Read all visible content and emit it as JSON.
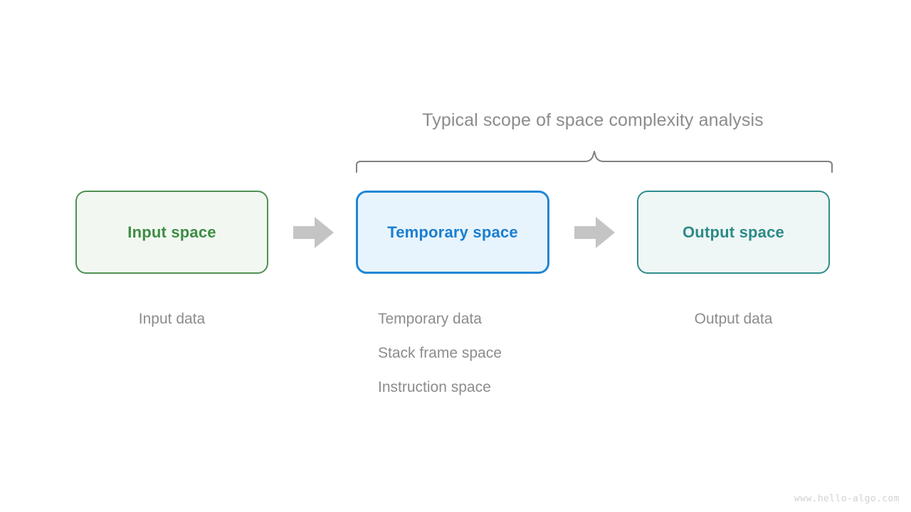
{
  "diagram": {
    "scope_label": "Typical scope of space complexity analysis",
    "watermark": "www.hello-algo.com",
    "colors": {
      "background": "#ffffff",
      "input_border": "#4f9153",
      "input_fill": "#f2f8f1",
      "input_text": "#3d8c43",
      "temp_border": "#1f86d4",
      "temp_fill": "#e8f4fd",
      "temp_text": "#1a7ed0",
      "output_border": "#2f8d8c",
      "output_fill": "#eef7f5",
      "output_text": "#2c8a87",
      "arrow": "#c4c4c4",
      "brace": "#808080",
      "caption_text": "#8c8c8c",
      "watermark_text": "#d2d2d2"
    },
    "boxes": [
      {
        "id": "input",
        "label": "Input space"
      },
      {
        "id": "temp",
        "label": "Temporary space"
      },
      {
        "id": "output",
        "label": "Output space"
      }
    ],
    "arrows": [
      {
        "id": "arrow-input-to-temp",
        "icon": "right-arrow-icon"
      },
      {
        "id": "arrow-temp-to-output",
        "icon": "right-arrow-icon"
      }
    ],
    "captions": {
      "input": {
        "lines": [
          "Input data"
        ]
      },
      "temp": {
        "lines": [
          "Temporary data",
          "Stack frame space",
          "Instruction space"
        ]
      },
      "output": {
        "lines": [
          "Output data"
        ]
      }
    }
  }
}
